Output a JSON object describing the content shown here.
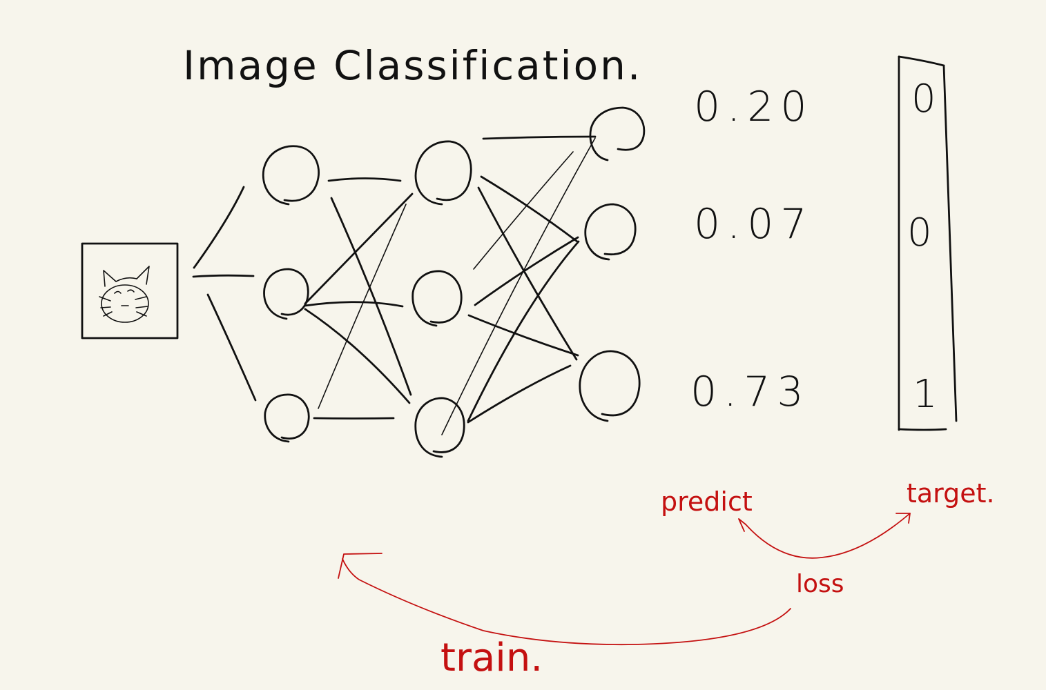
{
  "title": "Image Classification.",
  "network": {
    "input_icon": "cat-face-icon",
    "layers": [
      {
        "name": "hidden-1",
        "nodes": 3
      },
      {
        "name": "hidden-2",
        "nodes": 3
      },
      {
        "name": "output",
        "nodes": 3
      }
    ]
  },
  "outputs": {
    "probabilities": [
      "0.20",
      "0.07",
      "0.73"
    ]
  },
  "target": {
    "values": [
      "0",
      "0",
      "1"
    ]
  },
  "annotations": {
    "predict": "predict",
    "target": "target.",
    "loss": "loss",
    "train": "train."
  },
  "colors": {
    "ink": "#111111",
    "annotation": "#c41010",
    "paper": "#f7f5ec"
  }
}
